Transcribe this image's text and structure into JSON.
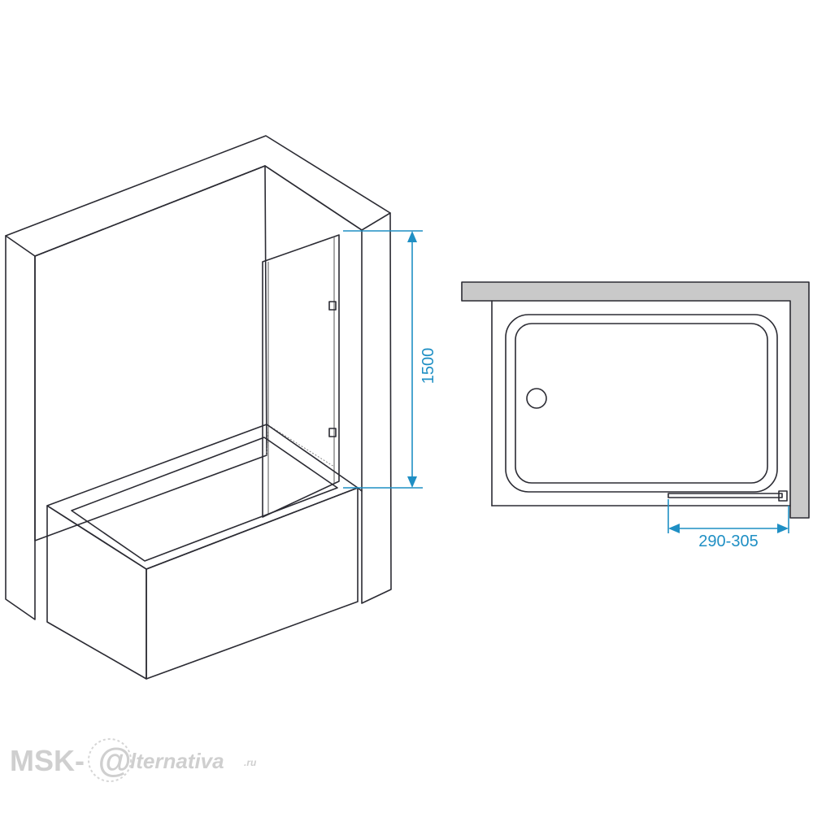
{
  "dimensions": {
    "height_label": "1500",
    "width_label": "290-305"
  },
  "watermark": {
    "prefix": "MSK-",
    "at_glyph": "@",
    "suffix": "lternativa",
    "tld": ".ru"
  },
  "colors": {
    "line": "#2b2b33",
    "dimension": "#1f8fc4",
    "wall_fill": "#c9c9c9",
    "watermark": "#cfcfcf"
  }
}
